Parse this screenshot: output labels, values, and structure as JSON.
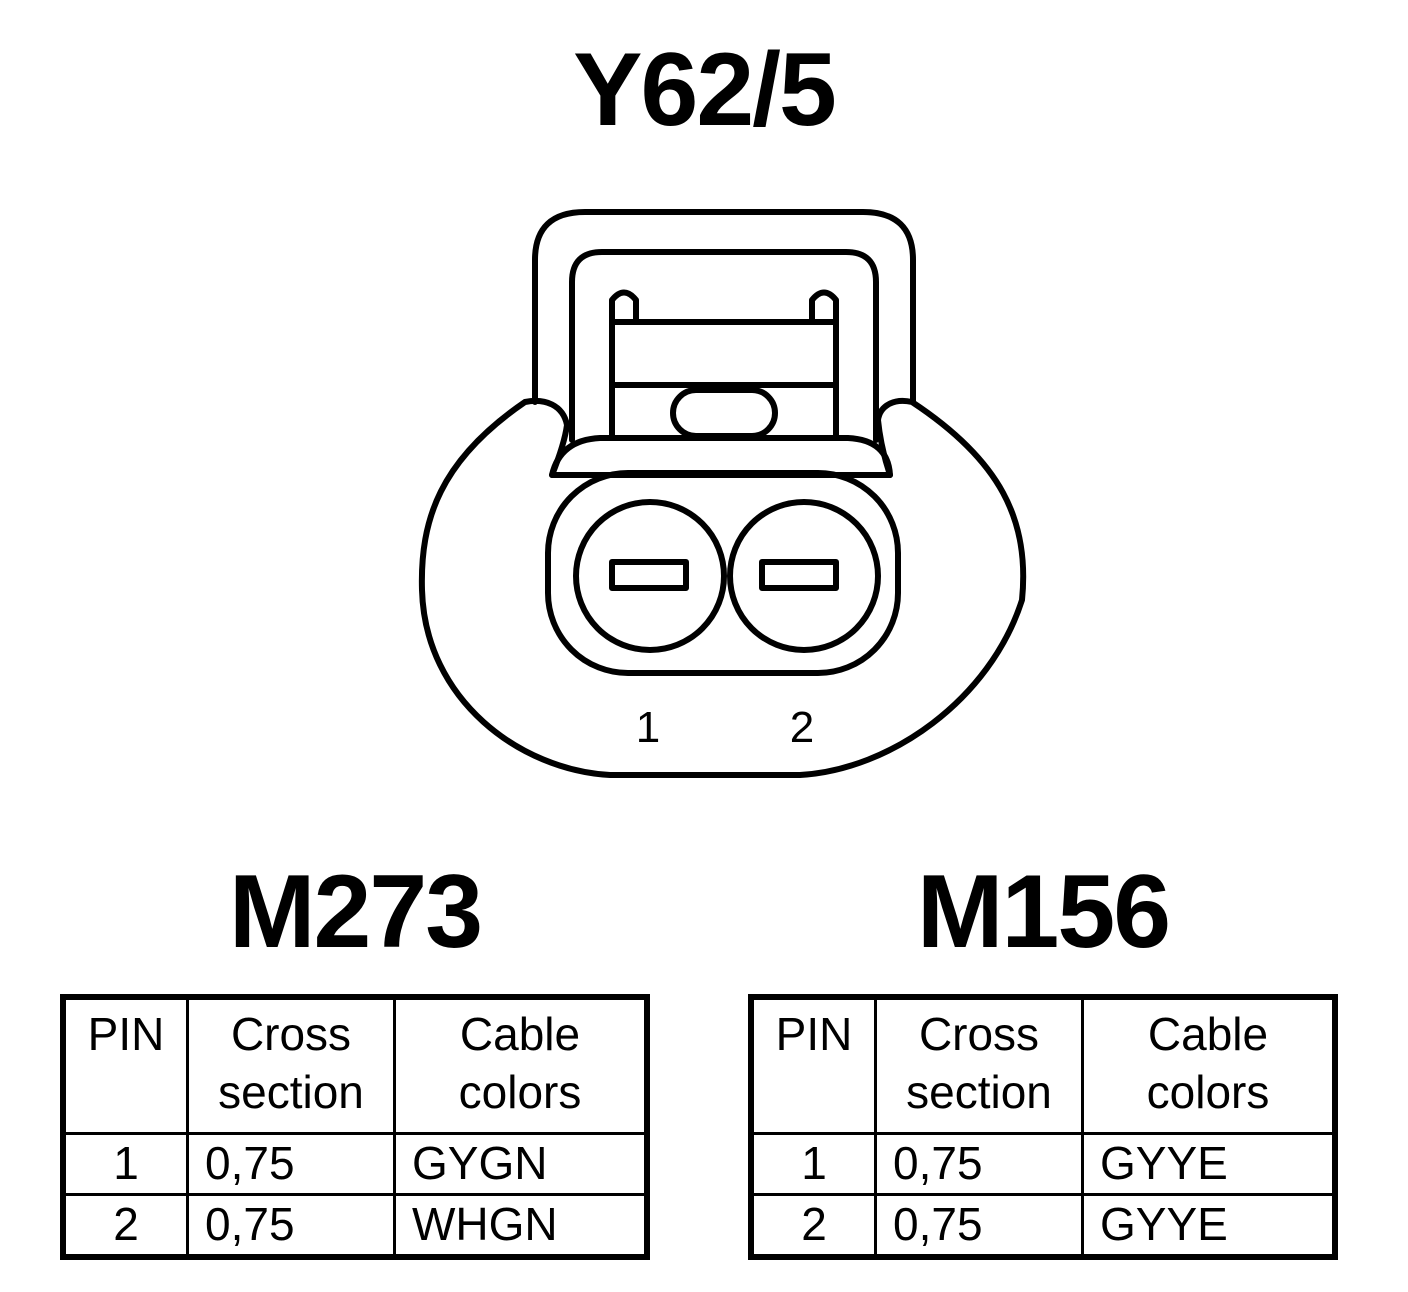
{
  "connector": {
    "name": "Y62/5",
    "pins": [
      "1",
      "2"
    ]
  },
  "tables": [
    {
      "engine": "M273",
      "headers": {
        "pin": "PIN",
        "cross_1": "Cross",
        "cross_2": "section",
        "color_1": "Cable",
        "color_2": "colors"
      },
      "rows": [
        {
          "pin": "1",
          "cross": "0,75",
          "color": "GYGN"
        },
        {
          "pin": "2",
          "cross": "0,75",
          "color": "WHGN"
        }
      ]
    },
    {
      "engine": "M156",
      "headers": {
        "pin": "PIN",
        "cross_1": "Cross",
        "cross_2": "section",
        "color_1": "Cable",
        "color_2": "colors"
      },
      "rows": [
        {
          "pin": "1",
          "cross": "0,75",
          "color": "GYYE"
        },
        {
          "pin": "2",
          "cross": "0,75",
          "color": "GYYE"
        }
      ]
    }
  ]
}
